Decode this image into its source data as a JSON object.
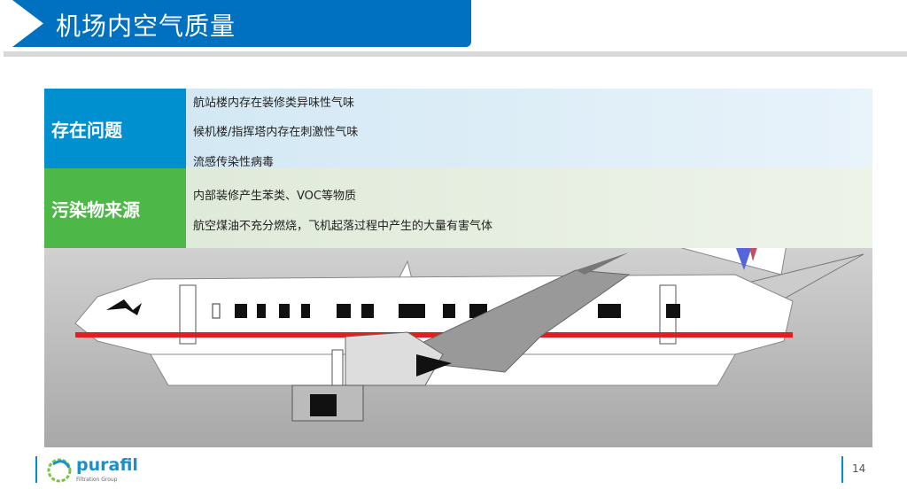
{
  "title": "机场内空气质量",
  "rows": [
    {
      "label": "存在问题",
      "items": [
        "航站楼内存在装修类异味性气味",
        "候机楼/指挥塔内存在刺激性气味",
        "流感传染性病毒"
      ]
    },
    {
      "label": "污染物来源",
      "items": [
        "内部装修产生苯类、VOC等物质",
        "航空煤油不充分燃烧，飞机起落过程中产生的大量有害气体"
      ]
    }
  ],
  "footer": {
    "logo_text": "purafil",
    "logo_sub": "Filtration Group",
    "page_number": "14"
  },
  "colors": {
    "brand": "#0070c0",
    "issues": "#0090d0",
    "sources": "#4db848",
    "stripe": "#e02020"
  }
}
